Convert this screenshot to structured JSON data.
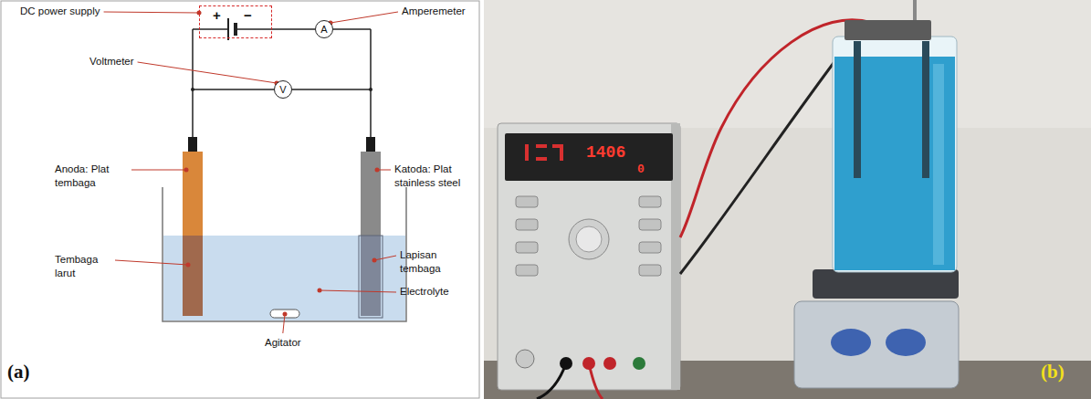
{
  "diagram": {
    "nodes": [
      {
        "text": [
          "+",
          "−"
        ]
      },
      {
        "text": [
          "A"
        ]
      },
      {
        "text": [
          "V"
        ]
      }
    ],
    "edges": [
      {
        "from": 0,
        "to": 1,
        "arrow": "none"
      }
    ],
    "labels": [
      "DC power supply",
      "Amperemeter",
      "Voltmeter",
      "Anoda: Plat tembaga",
      "Katoda: Plat stainless steel",
      "Tembaga larut",
      "Lapisan tembaga",
      "Electrolyte",
      "Agitator",
      "(a)",
      "1406",
      "0",
      "(b)"
    ]
  }
}
